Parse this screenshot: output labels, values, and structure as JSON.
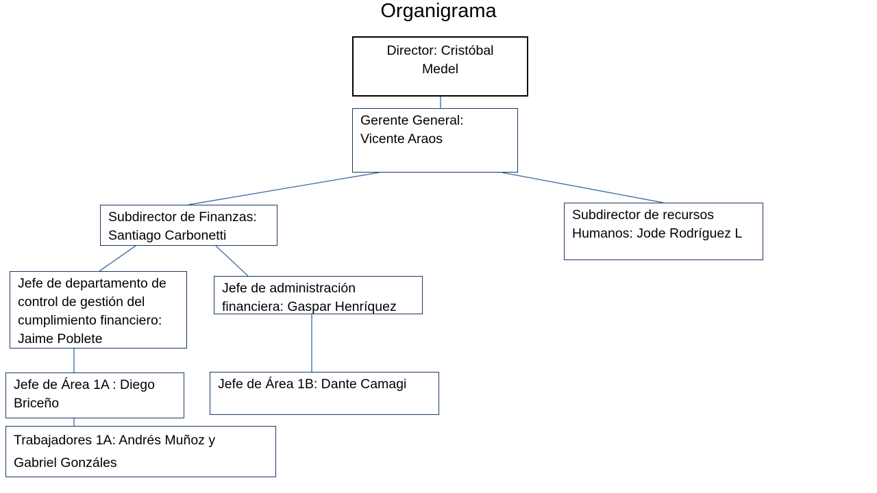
{
  "title": "Organigrama",
  "theme": {
    "background": "#ffffff",
    "connector_color": "#4472a8",
    "box_border": "#17375e",
    "root_box_border": "#000000",
    "text_color": "#000000"
  },
  "nodes": {
    "director": {
      "lines": [
        "Director: Cristóbal",
        "Medel"
      ],
      "text": "Director: Cristóbal Medel"
    },
    "gerente_general": {
      "lines": [
        "Gerente General:",
        "Vicente Araos"
      ],
      "text": "Gerente General: Vicente Araos"
    },
    "subdirector_finanzas": {
      "lines": [
        "Subdirector de Finanzas:",
        "Santiago Carbonetti"
      ],
      "text": "Subdirector de Finanzas: Santiago Carbonetti"
    },
    "subdirector_rrhh": {
      "lines": [
        "Subdirector de recursos",
        "Humanos: Jode Rodríguez L"
      ],
      "text": "Subdirector de recursos Humanos: Jode Rodríguez L"
    },
    "jefe_control_gestion": {
      "lines": [
        "Jefe de departamento de",
        "control de gestión del",
        "cumplimiento financiero:",
        "Jaime Poblete"
      ],
      "text": "Jefe de departamento de control de gestión del cumplimiento financiero: Jaime Poblete"
    },
    "jefe_admin_financiera": {
      "lines": [
        "Jefe de administración",
        "financiera: Gaspar Henríquez"
      ],
      "text": "Jefe de administración financiera: Gaspar Henríquez"
    },
    "jefe_area_1a": {
      "lines": [
        "Jefe de Área 1A : Diego",
        "Briceño"
      ],
      "text": "Jefe de Área 1A : Diego Briceño"
    },
    "jefe_area_1b": {
      "lines": [
        "Jefe de Área 1B: Dante Camagi"
      ],
      "text": "Jefe de Área 1B: Dante Camagi"
    },
    "trabajadores_1a": {
      "lines": [
        "Trabajadores 1A:  Andrés Muñoz y",
        "Gabriel Gonzáles"
      ],
      "text": "Trabajadores 1A:  Andrés Muñoz y Gabriel Gonzáles"
    }
  },
  "connections": [
    {
      "from": "director",
      "to": "gerente_general"
    },
    {
      "from": "gerente_general",
      "to": "subdirector_finanzas"
    },
    {
      "from": "gerente_general",
      "to": "subdirector_rrhh"
    },
    {
      "from": "subdirector_finanzas",
      "to": "jefe_control_gestion"
    },
    {
      "from": "subdirector_finanzas",
      "to": "jefe_admin_financiera"
    },
    {
      "from": "jefe_control_gestion",
      "to": "jefe_area_1a"
    },
    {
      "from": "jefe_area_1a",
      "to": "trabajadores_1a"
    },
    {
      "from": "jefe_admin_financiera",
      "to": "jefe_area_1b"
    }
  ]
}
